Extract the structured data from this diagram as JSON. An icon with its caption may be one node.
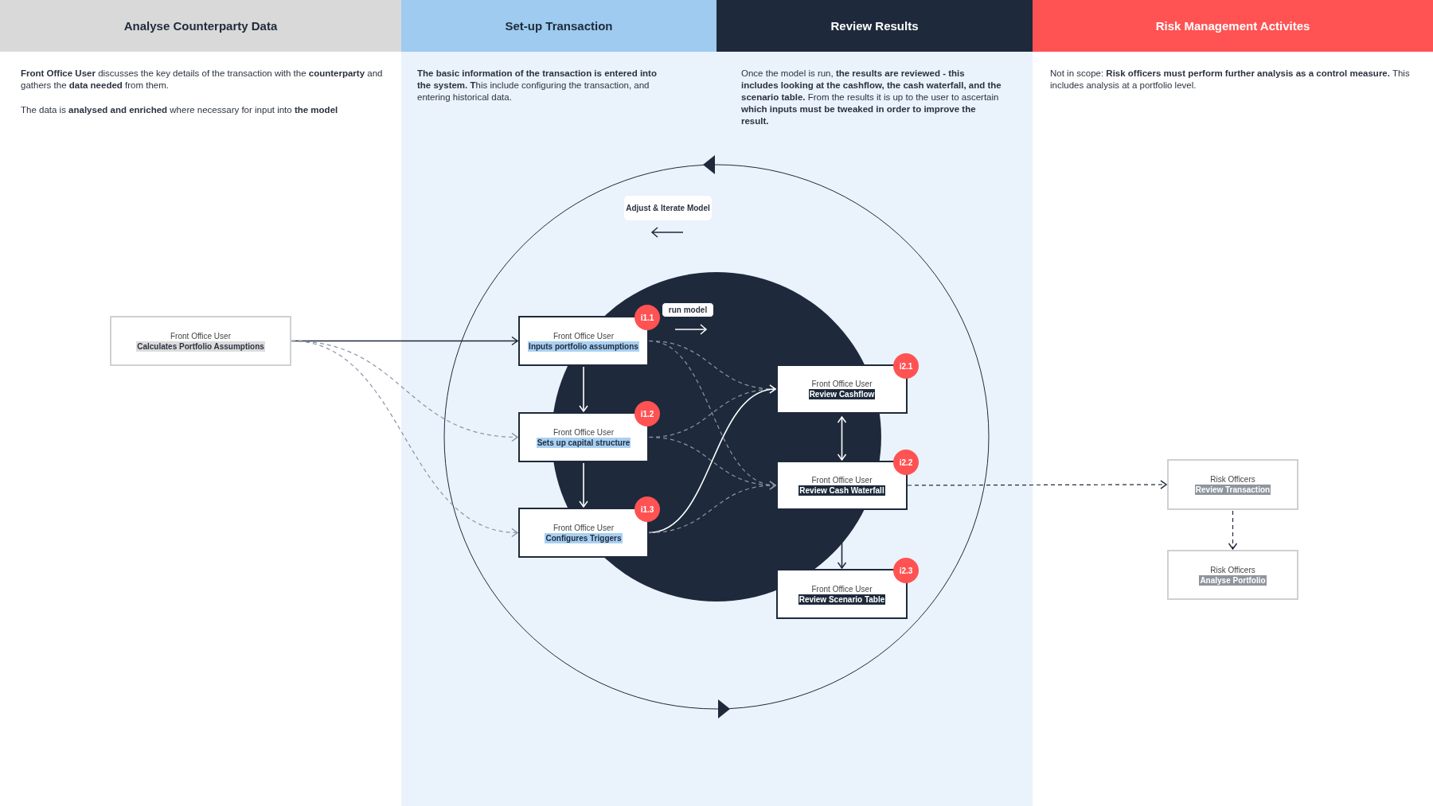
{
  "diagram": {
    "nodes": [
      {
        "text": [
          "Analyse Counterparty Data",
          "**Front Office User** discusses the key details of the transaction with the **counterparty** and gathers the **data needed** from them.",
          "The data is **analysed and enriched** where necessary for input into **the model**"
        ]
      },
      {
        "text": [
          "Set-up Transaction",
          "**The basic information of the transaction is entered into the system. T**his include configuring the transaction, and entering historical data."
        ]
      },
      {
        "text": [
          "Review Results",
          "Once the model is run, **the results are reviewed - this includes looking at the cashflow, the cash waterfall, and the scenario table.** From the results it is up to the user to ascertain **which inputs must be tweaked in order to improve the result.**"
        ]
      },
      {
        "text": [
          "Risk Management Activites",
          "Not in scope: **Risk officers must perform further analysis as a control measure.** This includes analysis at a portfolio level."
        ]
      },
      {
        "text": [
          "Front Office User",
          "Calculates Portfolio Assumptions"
        ],
        "in": 0
      },
      {
        "text": [
          "i1.1",
          "Front Office User",
          "Inputs portfolio assumptions"
        ],
        "in": 1
      },
      {
        "text": [
          "i1.2",
          "Front Office User",
          "Sets up capital structure"
        ],
        "in": 1
      },
      {
        "text": [
          "i1.3",
          "Front Office User",
          "Configures Triggers"
        ],
        "in": 1
      },
      {
        "text": [
          "i2.1",
          "Front Office User",
          "Review Cashflow"
        ],
        "in": 2
      },
      {
        "text": [
          "i2.2",
          "Front Office User",
          "Review Cash Waterfall"
        ],
        "in": 2
      },
      {
        "text": [
          "i2.3",
          "Front Office User",
          "Review Scenario Table"
        ],
        "in": 2
      },
      {
        "text": [
          "Risk Officers",
          "Review Transaction"
        ],
        "in": 3
      },
      {
        "text": [
          "Risk Officers",
          "Analyse Portfolio"
        ],
        "in": 3
      },
      {
        "text": [
          "run model"
        ],
        "in": 1
      },
      {
        "text": [
          "Adjust & Iterate Model"
        ],
        "in": 1
      }
    ],
    "edges": [
      {
        "from": 4,
        "to": 5,
        "arrow": "to",
        "color": "#1e2a3b"
      },
      {
        "from": 4,
        "to": 6,
        "arrow": "to",
        "style": "dashed"
      },
      {
        "from": 4,
        "to": 7,
        "arrow": "to",
        "style": "dashed"
      },
      {
        "from": 5,
        "to": 6,
        "arrow": "to",
        "color": "#ffffff"
      },
      {
        "from": 6,
        "to": 7,
        "arrow": "to",
        "color": "#ffffff"
      },
      {
        "from": 5,
        "to": 8,
        "arrow": "to",
        "style": "dashed"
      },
      {
        "from": 5,
        "to": 9,
        "arrow": "to",
        "style": "dashed"
      },
      {
        "from": 6,
        "to": 8,
        "arrow": "to",
        "style": "dashed"
      },
      {
        "from": 6,
        "to": 9,
        "arrow": "to",
        "style": "dashed"
      },
      {
        "from": 7,
        "to": 8,
        "arrow": "to",
        "color": "#ffffff"
      },
      {
        "from": 7,
        "to": 9,
        "arrow": "to",
        "style": "dashed"
      },
      {
        "from": 8,
        "to": 9,
        "arrow": "both",
        "color": "#ffffff"
      },
      {
        "from": 9,
        "to": 10,
        "arrow": "to",
        "color": "#1e2a3b"
      },
      {
        "from": 9,
        "to": 11,
        "arrow": "to",
        "style": "dashed",
        "color": "#1e2a3b"
      },
      {
        "from": 11,
        "to": 12,
        "arrow": "to",
        "style": "dashed",
        "color": "#1e2a3b"
      }
    ]
  }
}
